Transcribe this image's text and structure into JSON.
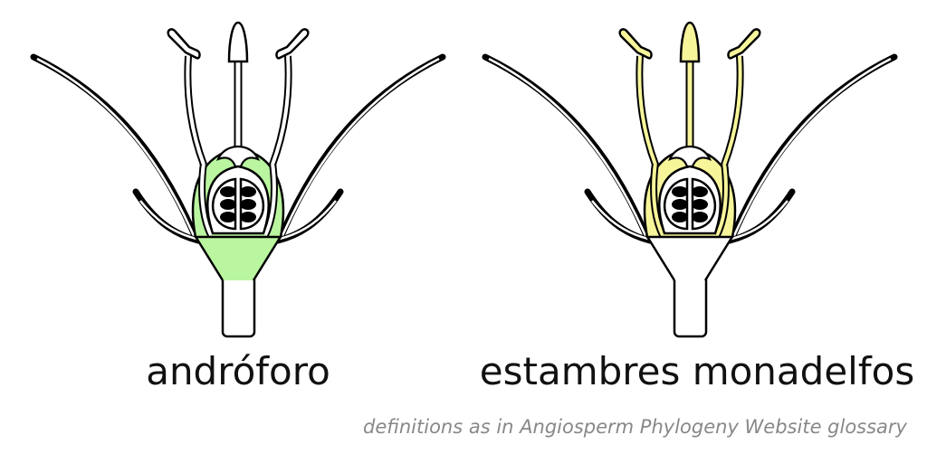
{
  "diagram": {
    "panels": [
      {
        "label": "andróforo",
        "highlight_color": "#baf5a0",
        "highlighted_part": "androphore"
      },
      {
        "label": "estambres monadelfos",
        "highlight_color": "#f7f59a",
        "highlighted_part": "stamens"
      }
    ],
    "caption": "definitions as in Angiosperm Phylogeny Website glossary"
  }
}
